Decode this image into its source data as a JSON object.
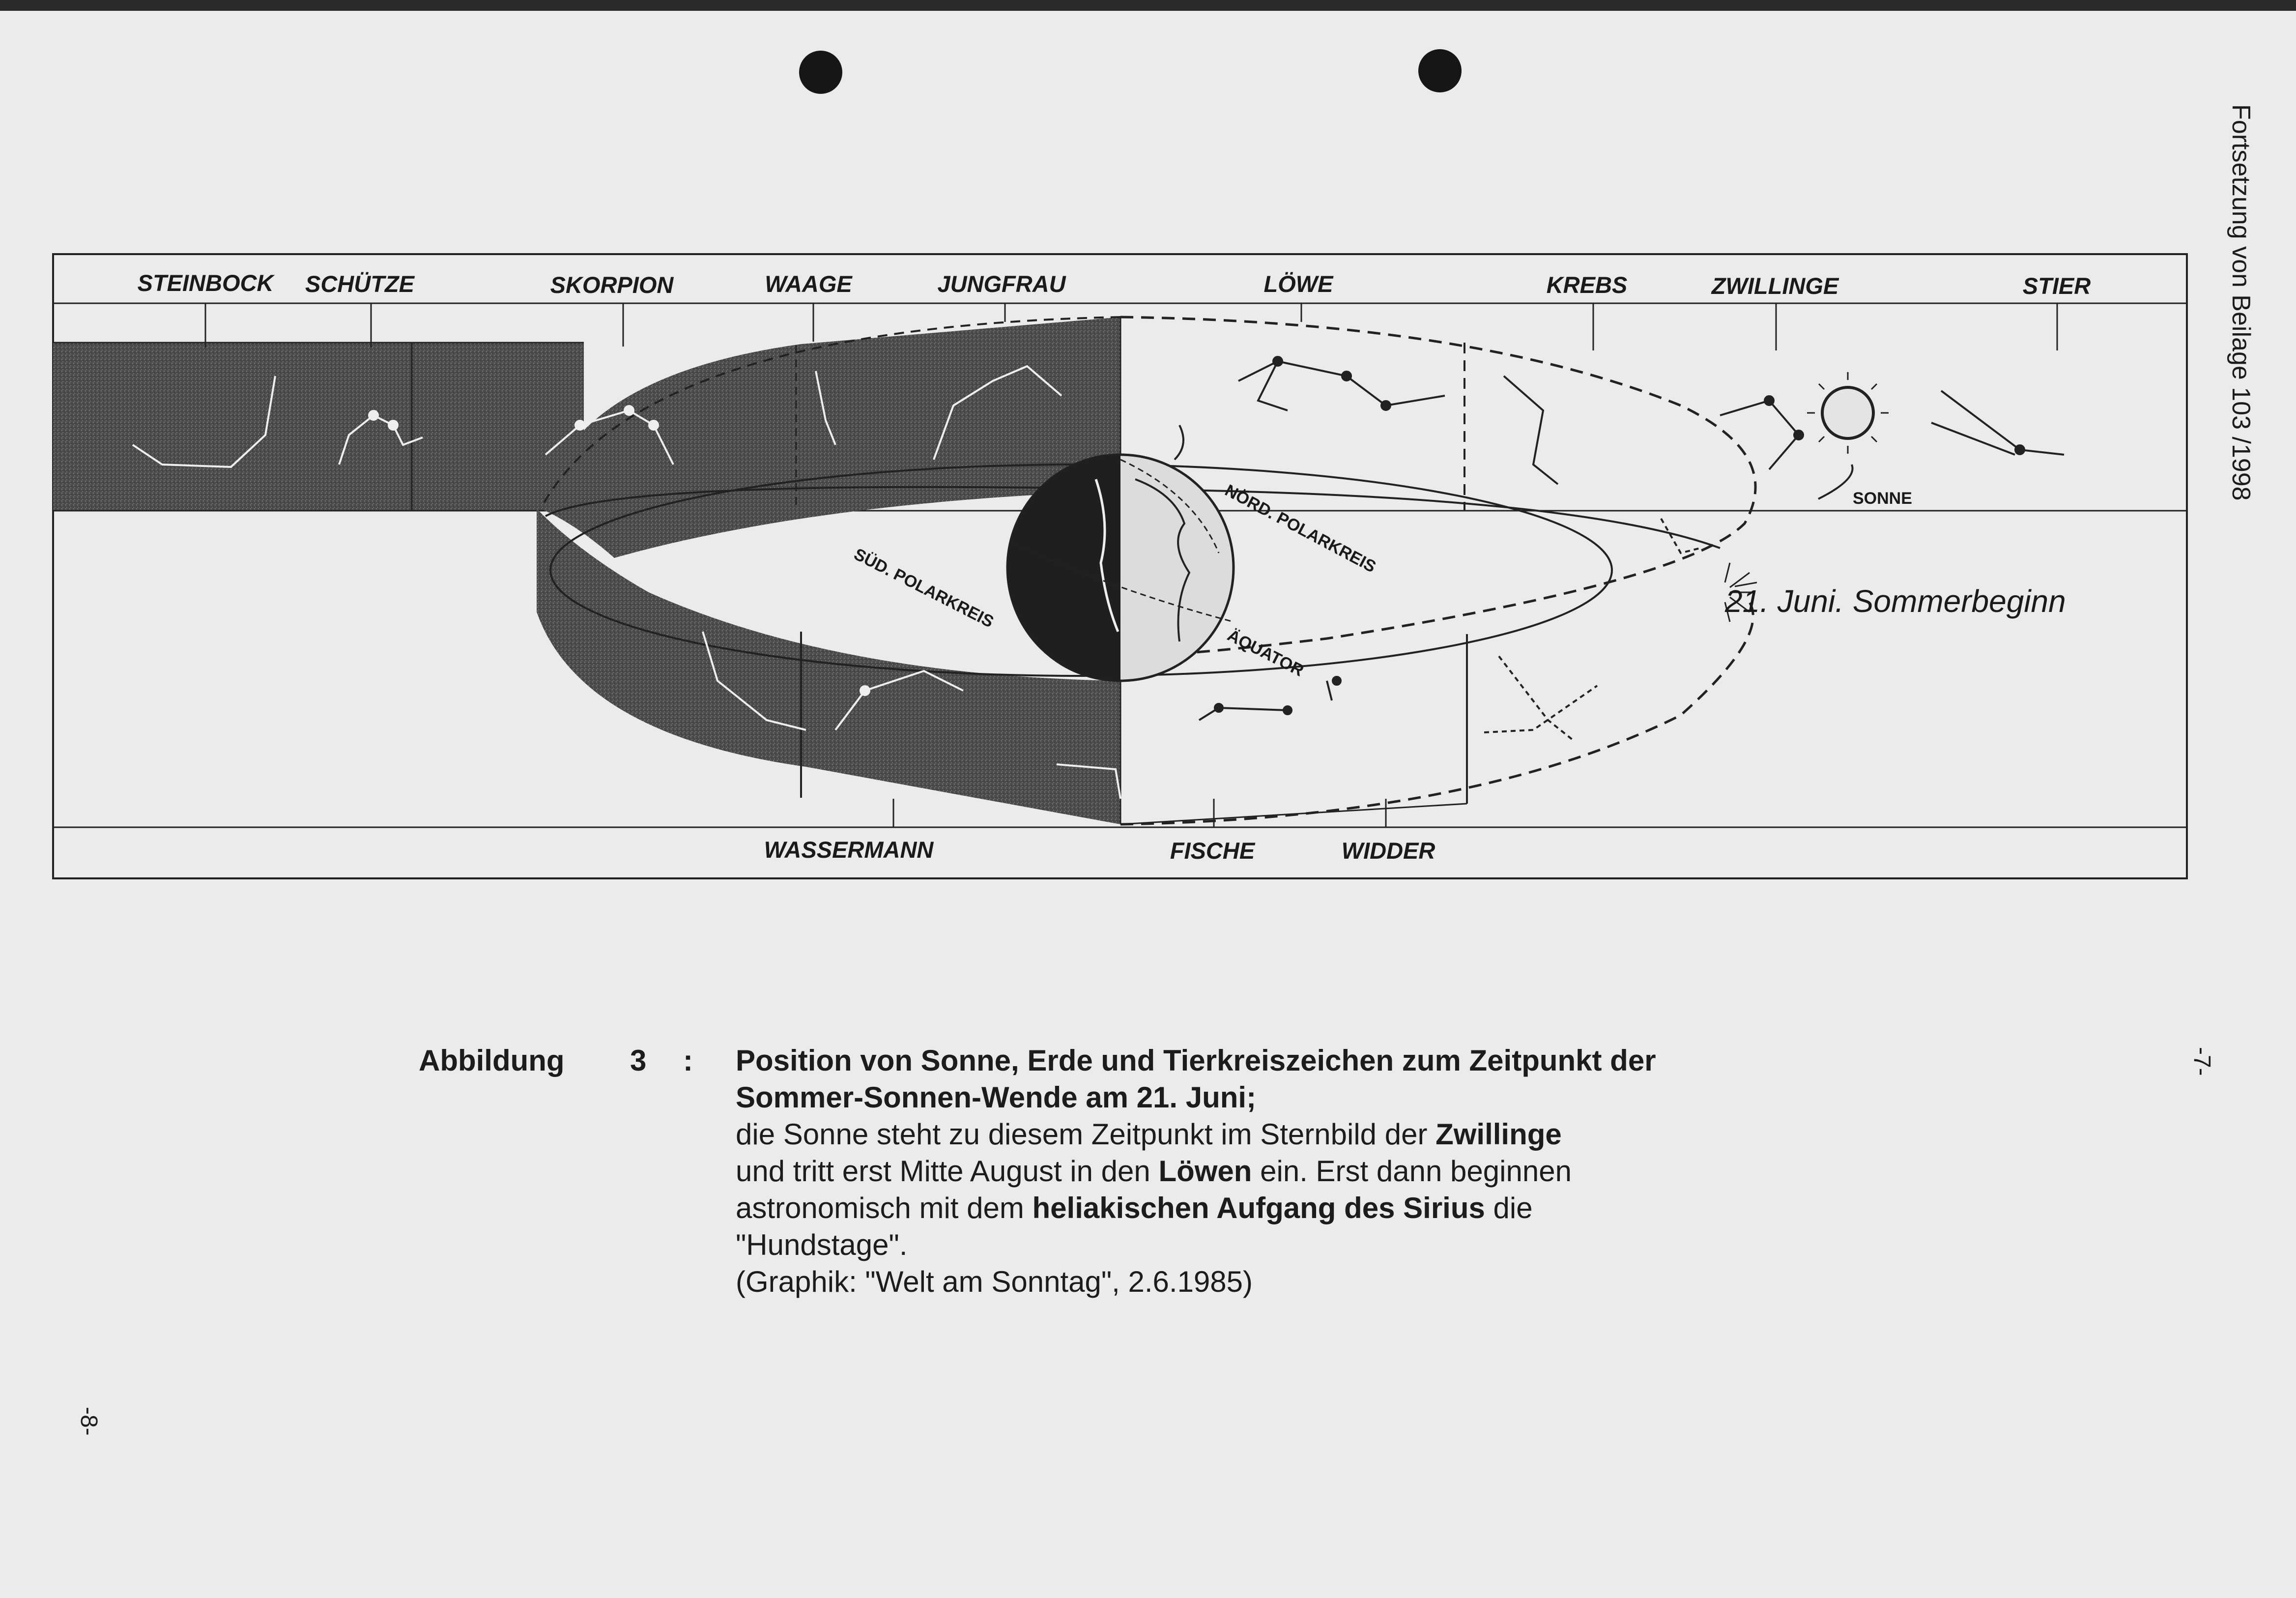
{
  "figure": {
    "zodiac_top": [
      "STEINBOCK",
      "SCHÜTZE",
      "SKORPION",
      "WAAGE",
      "JUNGFRAU",
      "LÖWE",
      "KREBS",
      "ZWILLINGE",
      "STIER"
    ],
    "zodiac_bottom": [
      "WASSERMANN",
      "FISCHE",
      "WIDDER"
    ],
    "annotations": {
      "sun": "SONNE",
      "north_circle": "NÖRD. POLARKREIS",
      "south_circle": "SÜD. POLARKREIS",
      "equator": "ÄQUATOR",
      "solstice": "21. Juni. Sommerbeginn"
    }
  },
  "caption": {
    "label": "Abbildung",
    "number": "3",
    "separator": ":",
    "title_line1": "Position von Sonne, Erde und Tierkreiszeichen zum Zeitpunkt der",
    "title_line2": "Sommer-Sonnen-Wende am 21. Juni;",
    "body_1a": "die Sonne steht zu diesem Zeitpunkt im Sternbild der ",
    "body_1b": "Zwillinge",
    "body_2a": "und tritt erst Mitte August in den ",
    "body_2b": "Löwen",
    "body_2c": " ein. Erst dann beginnen",
    "body_3a": "astronomisch mit dem ",
    "body_3b": "heliakischen Aufgang des Sirius",
    "body_3c": " die",
    "body_4": "\"Hundstage\".",
    "source": "(Graphik: \"Welt am Sonntag\", 2.6.1985)"
  },
  "margin": {
    "side_note": "Fortsetzung von Beilage 103 /1998",
    "page_right": "-7-",
    "page_left": "-8-"
  }
}
